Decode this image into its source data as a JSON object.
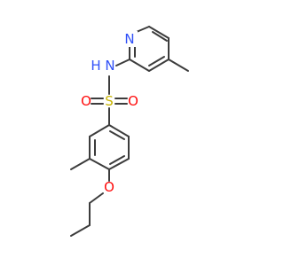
{
  "structure": {
    "atom_labels": {
      "pyridine_n": "N",
      "amine_n": "N",
      "amine_h": "H",
      "sulfur": "S",
      "oxygen_left": "O",
      "oxygen_right": "O",
      "ether_oxygen": "O"
    },
    "colors": {
      "bond": "#3c3c3c",
      "nitrogen": "#3050f8",
      "oxygen": "#ff0d0d",
      "sulfur": "#c8b400"
    }
  }
}
